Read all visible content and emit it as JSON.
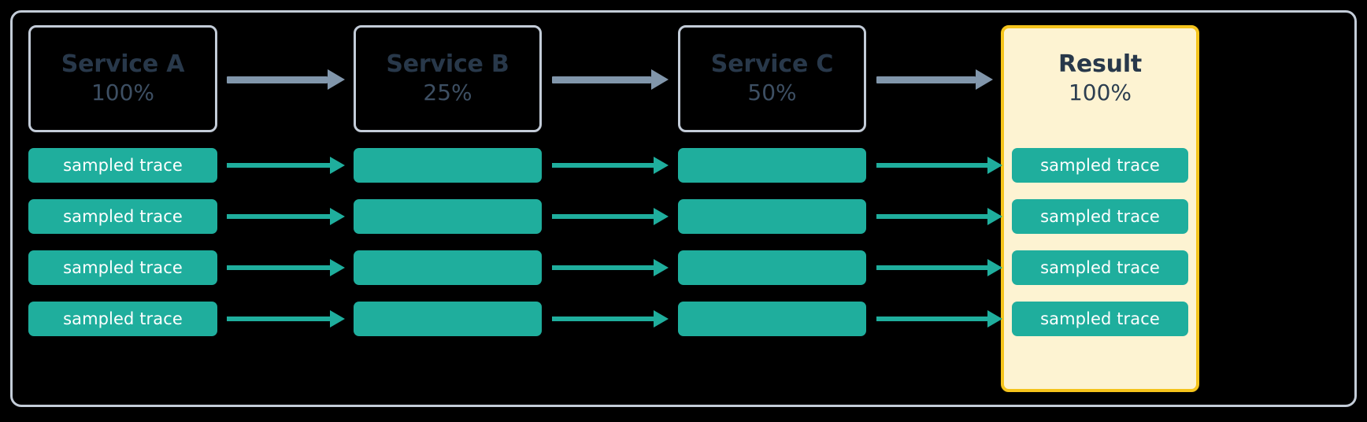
{
  "diagram": {
    "title": "sampling pipeline",
    "background_color": "#000000",
    "frame_border_color": "#c3ccd8"
  },
  "colors": {
    "teal": "#1fae9d",
    "gray_arrow": "#8196ab",
    "node_border": "#c3ccd8",
    "node_text": "#28384a",
    "result_fill": "#fdf3d2",
    "result_border": "#f5c41c",
    "trace_label_text": "#ffffff"
  },
  "nodes": [
    {
      "id": "service-a",
      "name": "Service A",
      "percent": "100%",
      "highlighted": false
    },
    {
      "id": "service-b",
      "name": "Service B",
      "percent": "25%",
      "highlighted": false
    },
    {
      "id": "service-c",
      "name": "Service C",
      "percent": "50%",
      "highlighted": false
    },
    {
      "id": "result",
      "name": "Result",
      "percent": "100%",
      "highlighted": true
    }
  ],
  "trace_label": "sampled trace",
  "columns": [
    {
      "id": "col-a",
      "node": "service-a",
      "shows_label": true
    },
    {
      "id": "col-b",
      "node": "service-b",
      "shows_label": false
    },
    {
      "id": "col-c",
      "node": "service-c",
      "shows_label": false
    },
    {
      "id": "col-result",
      "node": "result",
      "shows_label": true
    }
  ],
  "rows": [
    {
      "id": "row-1",
      "labels": [
        "sampled trace",
        "",
        "",
        "sampled trace"
      ]
    },
    {
      "id": "row-2",
      "labels": [
        "sampled trace",
        "",
        "",
        "sampled trace"
      ]
    },
    {
      "id": "row-3",
      "labels": [
        "sampled trace",
        "",
        "",
        "sampled trace"
      ]
    },
    {
      "id": "row-4",
      "labels": [
        "sampled trace",
        "",
        "",
        "sampled trace"
      ]
    }
  ],
  "flow": {
    "service_arrows": [
      {
        "from": "service-a",
        "to": "service-b"
      },
      {
        "from": "service-b",
        "to": "service-c"
      },
      {
        "from": "service-c",
        "to": "result"
      }
    ],
    "trace_arrow_count_per_row": 3
  }
}
